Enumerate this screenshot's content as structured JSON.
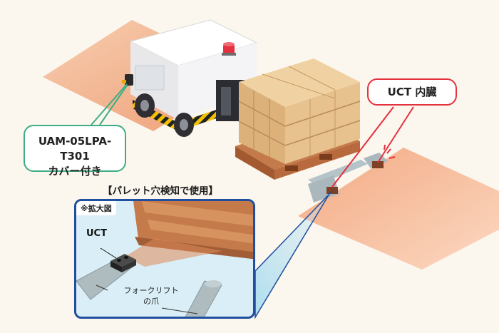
{
  "callouts": {
    "cover": {
      "line1": "UAM-05LPA-T301",
      "line2": "カバー付き",
      "border_color": "#3dae84"
    },
    "builtin": {
      "text": "UCT 内臓",
      "border_color": "#e4313f"
    }
  },
  "usage": {
    "title": "【パレット穴検知で使用】"
  },
  "zoom": {
    "tag": "※拡大図",
    "sensor_label": "UCT",
    "fork_label_line1": "フォークリフト",
    "fork_label_line2": "の爪",
    "frame_color": "#1f4f9e"
  },
  "colors": {
    "floor": "#f3bf9c",
    "cardboard": "#e2bd86",
    "pallet": "#b86a3e",
    "vehicle_body": "#f0f0f0",
    "beacon": "#e4313f",
    "sensor_ray": "#e4313f"
  }
}
